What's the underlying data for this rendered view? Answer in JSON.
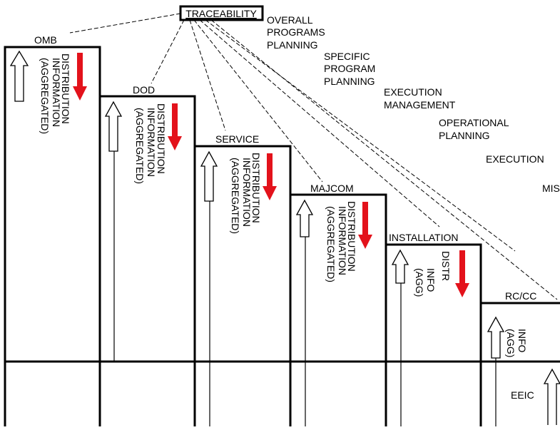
{
  "traceability_label": "TRACEABILITY",
  "levels": [
    {
      "name": "OMB",
      "up_lines": [
        "(AGGREGATED)",
        "INFORMATION"
      ],
      "down_lines": [
        "DISTRIBUTION"
      ]
    },
    {
      "name": "DOD",
      "up_lines": [
        "(AGGREGATED)",
        "INFORMATION"
      ],
      "down_lines": [
        "DISTRIBUTION"
      ]
    },
    {
      "name": "SERVICE",
      "up_lines": [
        "(AGGREGATED)",
        "INFORMATION"
      ],
      "down_lines": [
        "DISTRIBUTION"
      ]
    },
    {
      "name": "MAJCOM",
      "up_lines": [
        "(AGGREGATED)",
        "INFORMATION"
      ],
      "down_lines": [
        "DISTRIBUTION"
      ]
    },
    {
      "name": "INSTALLATION",
      "up_lines": [
        "(AGG)",
        "INFO"
      ],
      "down_lines": [
        "DISTR"
      ]
    },
    {
      "name": "RC/CC",
      "up_lines": [
        "(AGG)",
        "INFO"
      ],
      "down_lines": []
    }
  ],
  "bottom_label": "EEIC",
  "planning_labels": [
    {
      "lines": [
        "OVERALL",
        "PROGRAMS",
        "PLANNING"
      ]
    },
    {
      "lines": [
        "SPECIFIC",
        "PROGRAM",
        "PLANNING"
      ]
    },
    {
      "lines": [
        "EXECUTION",
        "MANAGEMENT"
      ]
    },
    {
      "lines": [
        "OPERATIONAL",
        "PLANNING"
      ]
    },
    {
      "lines": [
        "EXECUTION"
      ]
    },
    {
      "lines": [
        "MIS"
      ]
    }
  ],
  "colors": {
    "down_arrow": "#e3121b",
    "line": "#000000"
  }
}
